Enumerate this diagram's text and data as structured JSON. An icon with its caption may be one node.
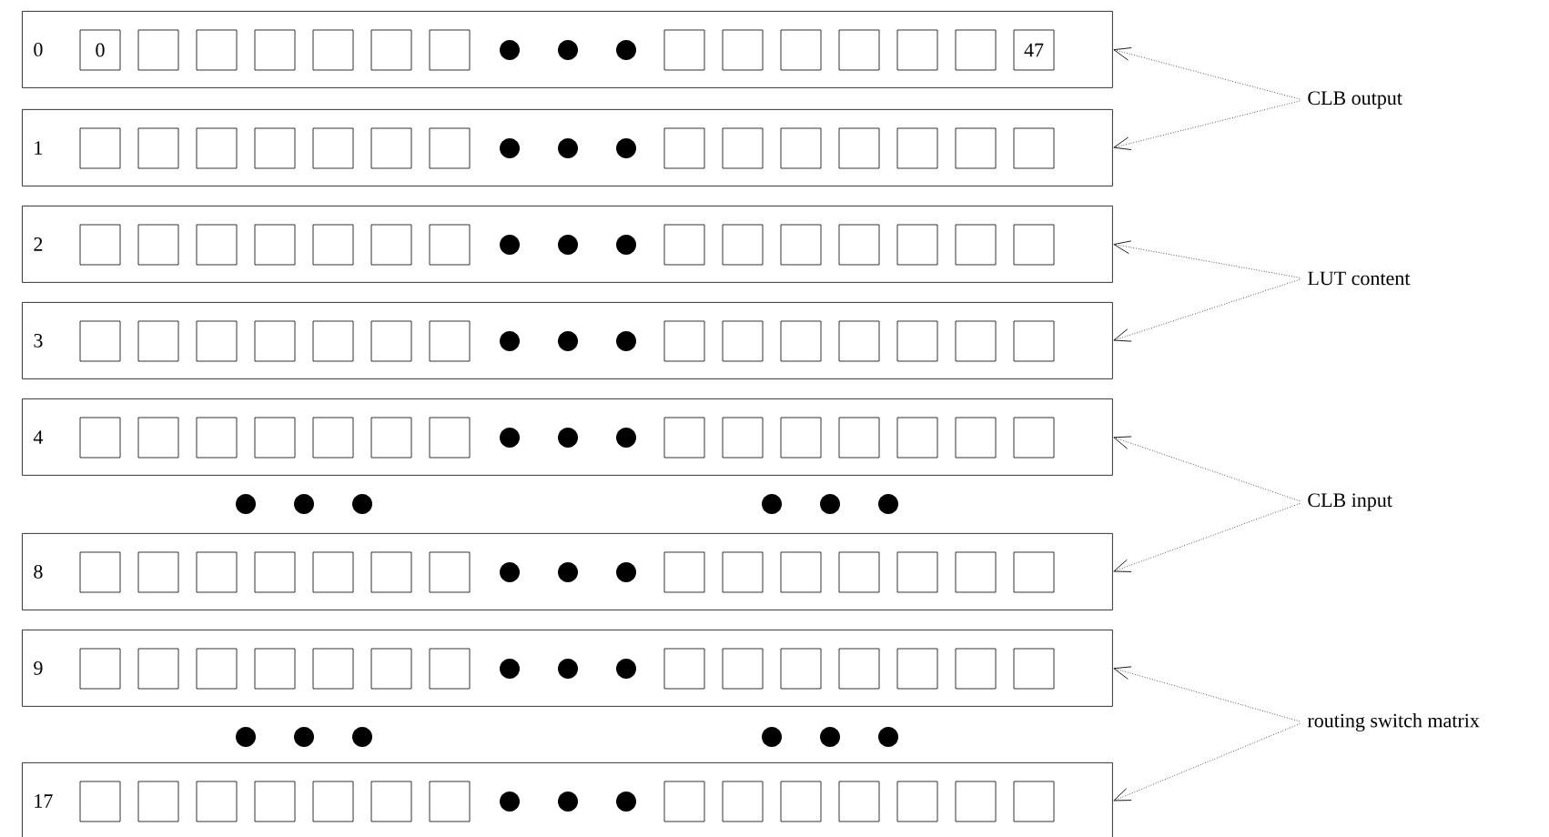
{
  "diagram": {
    "nodes": [
      {
        "text": [
          "0"
        ]
      },
      {
        "text": [
          "0"
        ],
        "in": 0
      },
      {
        "text": [],
        "shape": "box",
        "in": 0
      },
      {
        "text": [],
        "shape": "box",
        "in": 0
      },
      {
        "text": [],
        "shape": "box",
        "in": 0
      },
      {
        "text": [],
        "shape": "box",
        "in": 0
      },
      {
        "text": [],
        "shape": "box",
        "in": 0
      },
      {
        "text": [],
        "shape": "box",
        "in": 0
      },
      {
        "text": [],
        "shape": "box",
        "in": 0
      },
      {
        "text": [],
        "shape": "box",
        "in": 0
      },
      {
        "text": [],
        "shape": "box",
        "in": 0
      },
      {
        "text": [],
        "shape": "box",
        "in": 0
      },
      {
        "text": [],
        "shape": "box",
        "in": 0
      },
      {
        "text": [],
        "shape": "box",
        "in": 0
      },
      {
        "text": [
          "47"
        ],
        "in": 0
      },
      {
        "text": [
          "1"
        ]
      },
      {
        "text": [],
        "shape": "box",
        "in": 15
      },
      {
        "text": [],
        "shape": "box",
        "in": 15
      },
      {
        "text": [],
        "shape": "box",
        "in": 15
      },
      {
        "text": [],
        "shape": "box",
        "in": 15
      },
      {
        "text": [],
        "shape": "box",
        "in": 15
      },
      {
        "text": [],
        "shape": "box",
        "in": 15
      },
      {
        "text": [],
        "shape": "box",
        "in": 15
      },
      {
        "text": [],
        "shape": "box",
        "in": 15
      },
      {
        "text": [],
        "shape": "box",
        "in": 15
      },
      {
        "text": [],
        "shape": "box",
        "in": 15
      },
      {
        "text": [],
        "shape": "box",
        "in": 15
      },
      {
        "text": [],
        "shape": "box",
        "in": 15
      },
      {
        "text": [],
        "shape": "box",
        "in": 15
      },
      {
        "text": [],
        "shape": "box",
        "in": 15
      },
      {
        "text": [
          "2"
        ]
      },
      {
        "text": [],
        "shape": "box",
        "in": 30
      },
      {
        "text": [],
        "shape": "box",
        "in": 30
      },
      {
        "text": [],
        "shape": "box",
        "in": 30
      },
      {
        "text": [],
        "shape": "box",
        "in": 30
      },
      {
        "text": [],
        "shape": "box",
        "in": 30
      },
      {
        "text": [],
        "shape": "box",
        "in": 30
      },
      {
        "text": [],
        "shape": "box",
        "in": 30
      },
      {
        "text": [],
        "shape": "box",
        "in": 30
      },
      {
        "text": [],
        "shape": "box",
        "in": 30
      },
      {
        "text": [],
        "shape": "box",
        "in": 30
      },
      {
        "text": [],
        "shape": "box",
        "in": 30
      },
      {
        "text": [],
        "shape": "box",
        "in": 30
      },
      {
        "text": [],
        "shape": "box",
        "in": 30
      },
      {
        "text": [],
        "shape": "box",
        "in": 30
      },
      {
        "text": [
          "3"
        ]
      },
      {
        "text": [],
        "shape": "box",
        "in": 45
      },
      {
        "text": [],
        "shape": "box",
        "in": 45
      },
      {
        "text": [],
        "shape": "box",
        "in": 45
      },
      {
        "text": [],
        "shape": "box",
        "in": 45
      },
      {
        "text": [],
        "shape": "box",
        "in": 45
      },
      {
        "text": [],
        "shape": "box",
        "in": 45
      },
      {
        "text": [],
        "shape": "box",
        "in": 45
      },
      {
        "text": [],
        "shape": "box",
        "in": 45
      },
      {
        "text": [],
        "shape": "box",
        "in": 45
      },
      {
        "text": [],
        "shape": "box",
        "in": 45
      },
      {
        "text": [],
        "shape": "box",
        "in": 45
      },
      {
        "text": [],
        "shape": "box",
        "in": 45
      },
      {
        "text": [],
        "shape": "box",
        "in": 45
      },
      {
        "text": [],
        "shape": "box",
        "in": 45
      },
      {
        "text": [
          "4"
        ]
      },
      {
        "text": [],
        "shape": "box",
        "in": 60
      },
      {
        "text": [],
        "shape": "box",
        "in": 60
      },
      {
        "text": [],
        "shape": "box",
        "in": 60
      },
      {
        "text": [],
        "shape": "box",
        "in": 60
      },
      {
        "text": [],
        "shape": "box",
        "in": 60
      },
      {
        "text": [],
        "shape": "box",
        "in": 60
      },
      {
        "text": [],
        "shape": "box",
        "in": 60
      },
      {
        "text": [],
        "shape": "box",
        "in": 60
      },
      {
        "text": [],
        "shape": "box",
        "in": 60
      },
      {
        "text": [],
        "shape": "box",
        "in": 60
      },
      {
        "text": [],
        "shape": "box",
        "in": 60
      },
      {
        "text": [],
        "shape": "box",
        "in": 60
      },
      {
        "text": [],
        "shape": "box",
        "in": 60
      },
      {
        "text": [],
        "shape": "box",
        "in": 60
      },
      {
        "text": [
          "8"
        ]
      },
      {
        "text": [],
        "shape": "box",
        "in": 75
      },
      {
        "text": [],
        "shape": "box",
        "in": 75
      },
      {
        "text": [],
        "shape": "box",
        "in": 75
      },
      {
        "text": [],
        "shape": "box",
        "in": 75
      },
      {
        "text": [],
        "shape": "box",
        "in": 75
      },
      {
        "text": [],
        "shape": "box",
        "in": 75
      },
      {
        "text": [],
        "shape": "box",
        "in": 75
      },
      {
        "text": [],
        "shape": "box",
        "in": 75
      },
      {
        "text": [],
        "shape": "box",
        "in": 75
      },
      {
        "text": [],
        "shape": "box",
        "in": 75
      },
      {
        "text": [],
        "shape": "box",
        "in": 75
      },
      {
        "text": [],
        "shape": "box",
        "in": 75
      },
      {
        "text": [],
        "shape": "box",
        "in": 75
      },
      {
        "text": [],
        "shape": "box",
        "in": 75
      },
      {
        "text": [
          "9"
        ]
      },
      {
        "text": [],
        "shape": "box",
        "in": 90
      },
      {
        "text": [],
        "shape": "box",
        "in": 90
      },
      {
        "text": [],
        "shape": "box",
        "in": 90
      },
      {
        "text": [],
        "shape": "box",
        "in": 90
      },
      {
        "text": [],
        "shape": "box",
        "in": 90
      },
      {
        "text": [],
        "shape": "box",
        "in": 90
      },
      {
        "text": [],
        "shape": "box",
        "in": 90
      },
      {
        "text": [],
        "shape": "box",
        "in": 90
      },
      {
        "text": [],
        "shape": "box",
        "in": 90
      },
      {
        "text": [],
        "shape": "box",
        "in": 90
      },
      {
        "text": [],
        "shape": "box",
        "in": 90
      },
      {
        "text": [],
        "shape": "box",
        "in": 90
      },
      {
        "text": [],
        "shape": "box",
        "in": 90
      },
      {
        "text": [],
        "shape": "box",
        "in": 90
      },
      {
        "text": [
          "17"
        ]
      },
      {
        "text": [],
        "shape": "box",
        "in": 105
      },
      {
        "text": [],
        "shape": "box",
        "in": 105
      },
      {
        "text": [],
        "shape": "box",
        "in": 105
      },
      {
        "text": [],
        "shape": "box",
        "in": 105
      },
      {
        "text": [],
        "shape": "box",
        "in": 105
      },
      {
        "text": [],
        "shape": "box",
        "in": 105
      },
      {
        "text": [],
        "shape": "box",
        "in": 105
      },
      {
        "text": [],
        "shape": "box",
        "in": 105
      },
      {
        "text": [],
        "shape": "box",
        "in": 105
      },
      {
        "text": [],
        "shape": "box",
        "in": 105
      },
      {
        "text": [],
        "shape": "box",
        "in": 105
      },
      {
        "text": [],
        "shape": "box",
        "in": 105
      },
      {
        "text": [],
        "shape": "box",
        "in": 105
      },
      {
        "text": [],
        "shape": "box",
        "in": 105
      },
      {
        "text": [
          "CLB output"
        ]
      },
      {
        "text": [
          "LUT content"
        ]
      },
      {
        "text": [
          "CLB input"
        ]
      },
      {
        "text": [
          "routing switch matrix"
        ]
      }
    ],
    "edges": [
      {
        "from": 120,
        "to": 0,
        "arrow": "to",
        "style": "dashed"
      },
      {
        "from": 120,
        "to": 15,
        "arrow": "to",
        "style": "dashed"
      },
      {
        "from": 121,
        "to": 30,
        "arrow": "to",
        "style": "dashed"
      },
      {
        "from": 121,
        "to": 45,
        "arrow": "to",
        "style": "dashed"
      },
      {
        "from": 122,
        "to": 60,
        "arrow": "to",
        "style": "dashed"
      },
      {
        "from": 122,
        "to": 75,
        "arrow": "to",
        "style": "dashed"
      },
      {
        "from": 123,
        "to": 90,
        "arrow": "to",
        "style": "dashed"
      },
      {
        "from": 123,
        "to": 105,
        "arrow": "to",
        "style": "dashed"
      }
    ]
  }
}
